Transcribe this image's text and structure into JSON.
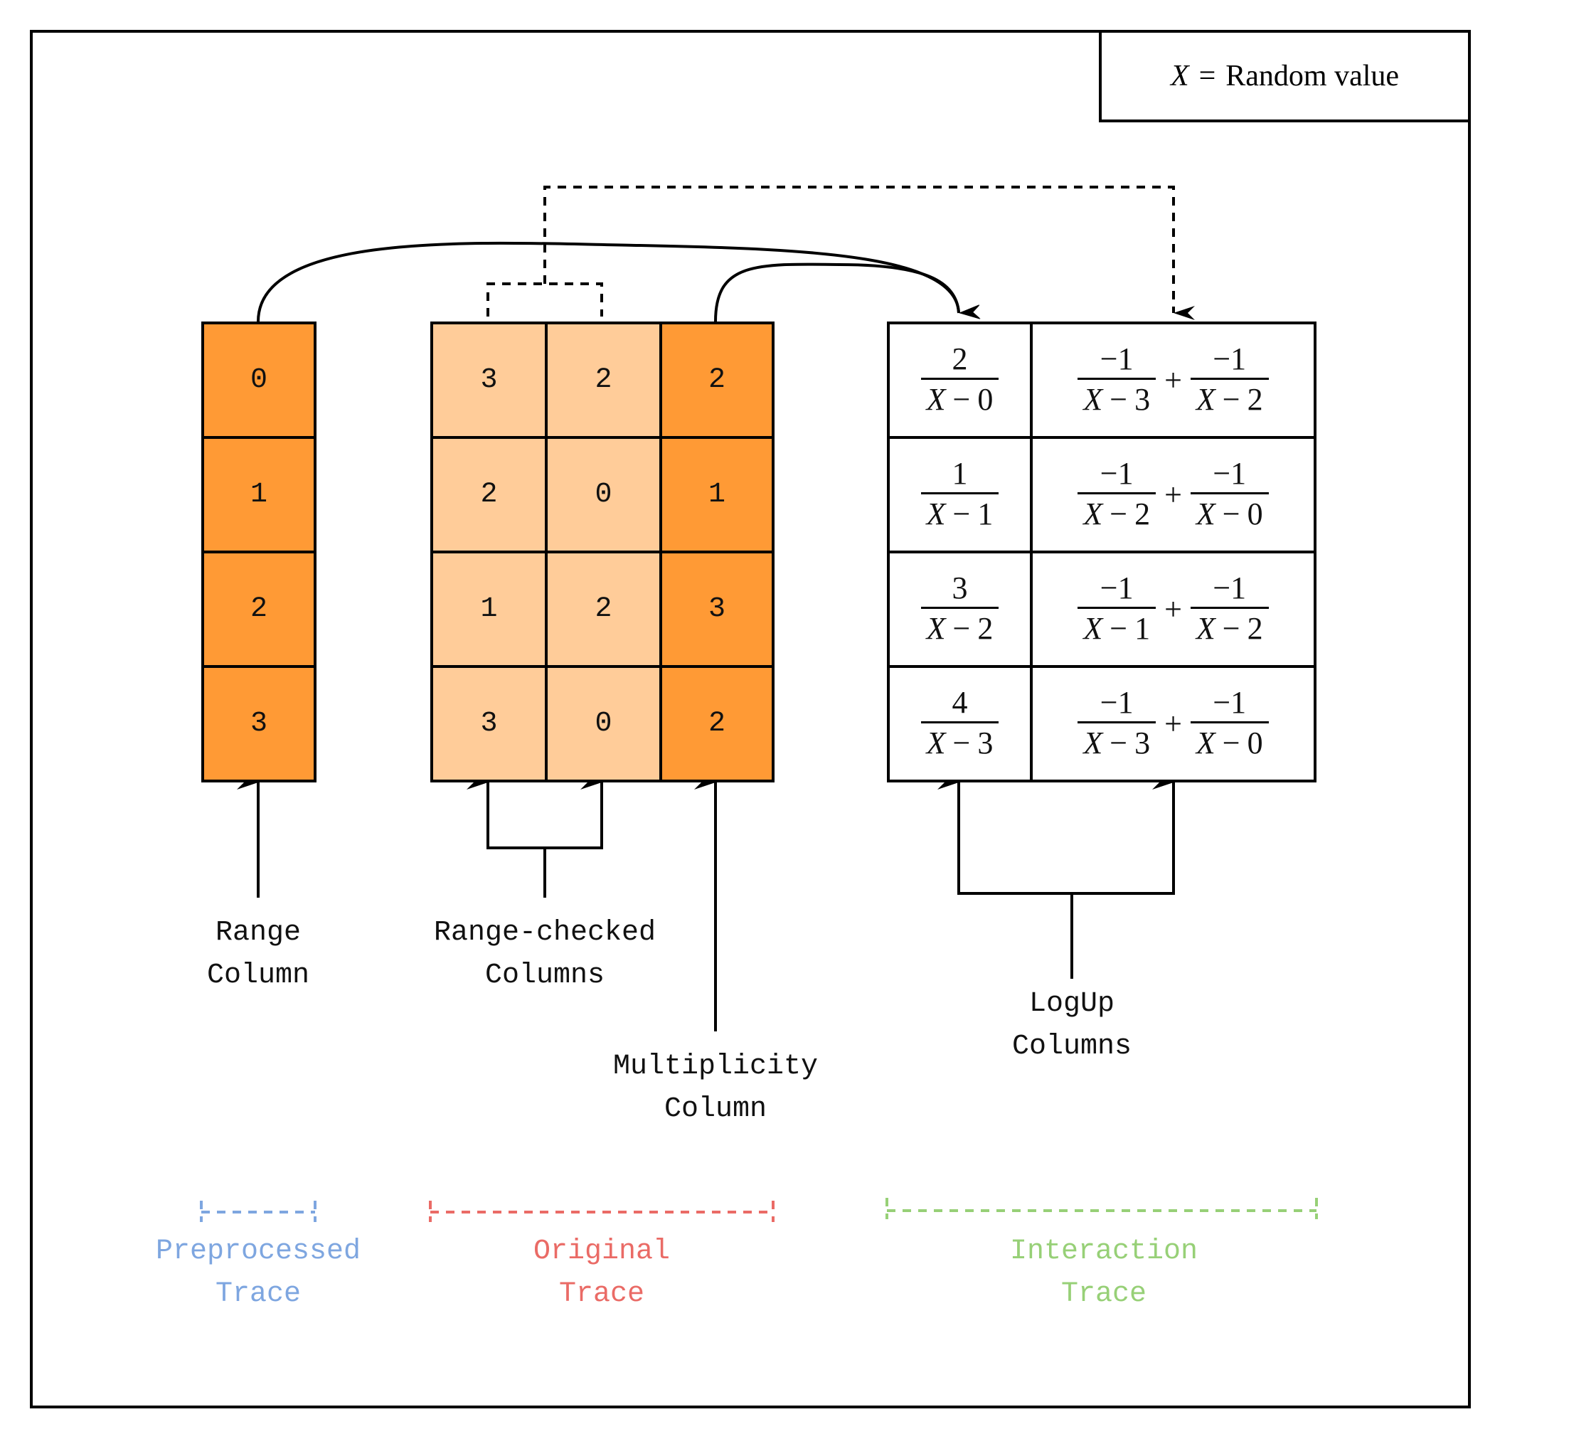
{
  "legend": {
    "variable": "X",
    "equals": "=",
    "description": "Random value"
  },
  "range_column": {
    "label_line1": "Range",
    "label_line2": "Column",
    "values": [
      "0",
      "1",
      "2",
      "3"
    ]
  },
  "range_checked_columns": {
    "label_line1": "Range-checked",
    "label_line2": "Columns",
    "rows": [
      [
        "3",
        "2"
      ],
      [
        "2",
        "0"
      ],
      [
        "1",
        "2"
      ],
      [
        "3",
        "0"
      ]
    ]
  },
  "multiplicity_column": {
    "label_line1": "Multiplicity",
    "label_line2": "Column",
    "values": [
      "2",
      "1",
      "3",
      "2"
    ]
  },
  "logup_columns": {
    "label_line1": "LogUp",
    "label_line2": "Columns",
    "variable": "X",
    "minus": "−",
    "plus": "+",
    "rows": [
      {
        "num": "2",
        "den_const": "0",
        "terms": [
          {
            "num": "−1",
            "den_const": "3"
          },
          {
            "num": "−1",
            "den_const": "2"
          }
        ]
      },
      {
        "num": "1",
        "den_const": "1",
        "terms": [
          {
            "num": "−1",
            "den_const": "2"
          },
          {
            "num": "−1",
            "den_const": "0"
          }
        ]
      },
      {
        "num": "3",
        "den_const": "2",
        "terms": [
          {
            "num": "−1",
            "den_const": "1"
          },
          {
            "num": "−1",
            "den_const": "2"
          }
        ]
      },
      {
        "num": "4",
        "den_const": "3",
        "terms": [
          {
            "num": "−1",
            "den_const": "3"
          },
          {
            "num": "−1",
            "den_const": "0"
          }
        ]
      }
    ]
  },
  "traces": [
    {
      "line1": "Preprocessed",
      "line2": "Trace",
      "color": "#7ea6e0"
    },
    {
      "line1": "Original",
      "line2": "Trace",
      "color": "#ea6b66"
    },
    {
      "line1": "Interaction",
      "line2": "Trace",
      "color": "#97d077"
    }
  ],
  "colors": {
    "dark_orange": "#ff9a35",
    "light_orange": "#ffcc99",
    "stroke": "#000000"
  }
}
